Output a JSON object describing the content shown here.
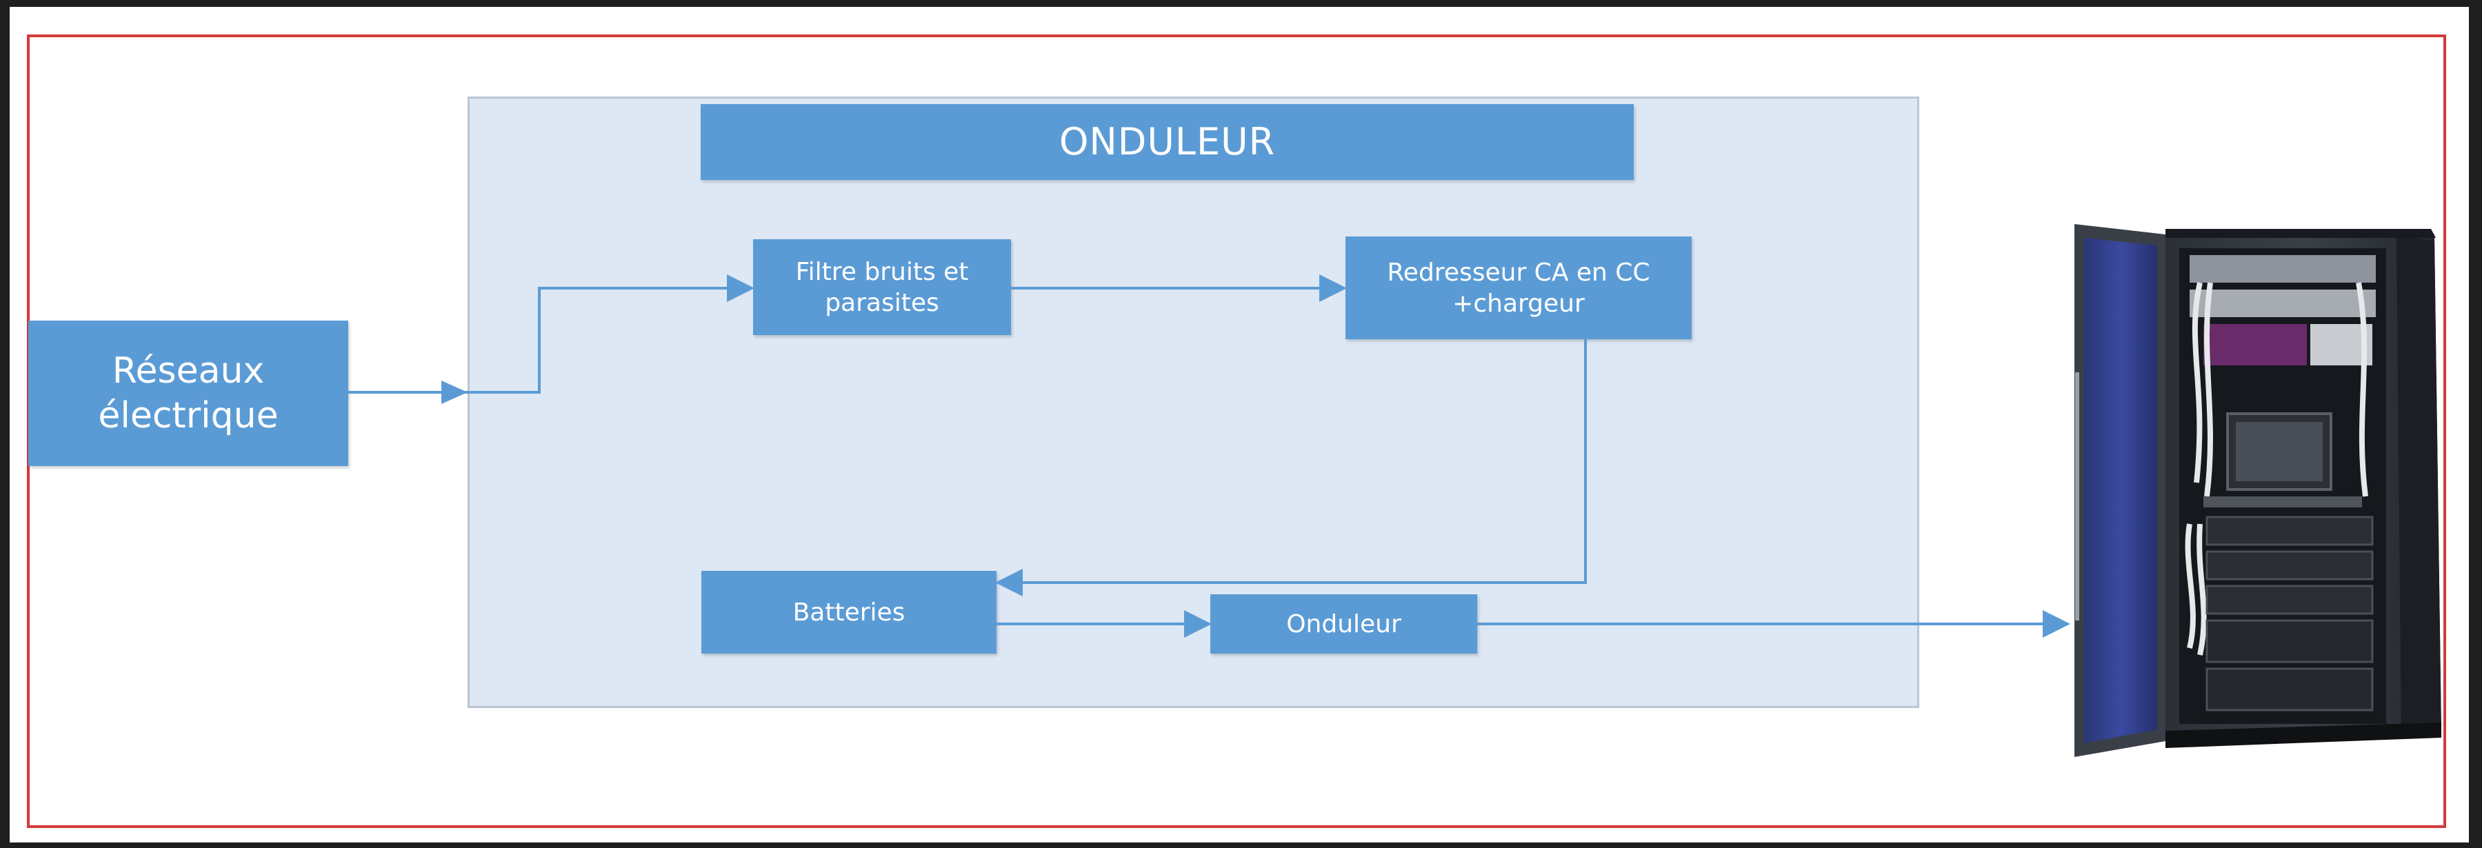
{
  "diagram": {
    "title": "ONDULEUR",
    "nodes": {
      "reseaux": "Réseaux\nélectrique",
      "filtre": "Filtre bruits et\nparasites",
      "redresseur": "Redresseur CA en CC\n+chargeur",
      "batteries": "Batteries",
      "onduleur": "Onduleur"
    },
    "edges": [
      {
        "from": "reseaux",
        "to": "filtre"
      },
      {
        "from": "filtre",
        "to": "redresseur"
      },
      {
        "from": "redresseur",
        "to": "batteries"
      },
      {
        "from": "batteries",
        "to": "onduleur"
      },
      {
        "from": "onduleur",
        "to": "server-rack"
      }
    ],
    "image": "server-rack"
  },
  "colors": {
    "box_fill": "#5b9bd5",
    "box_text": "#ffffff",
    "container_fill": "#dde8f4",
    "frame_border": "#d43a3a",
    "arrow": "#5b9bd5"
  }
}
